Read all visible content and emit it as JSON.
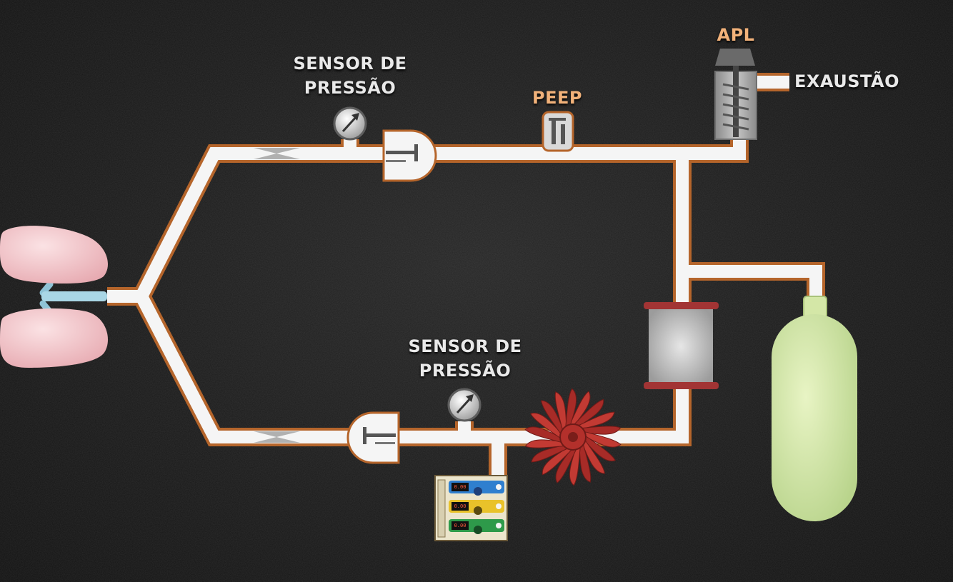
{
  "labels": {
    "sensor_top": {
      "line1": "SENSOR DE",
      "line2": "PRESSÃO"
    },
    "sensor_bottom": {
      "line1": "SENSOR DE",
      "line2": "PRESSÃO"
    },
    "peep": "PEEP",
    "apl": "APL",
    "exhaust": "EXAUSTÃO"
  },
  "panel_readouts": [
    "0.00",
    "0.00",
    "0.00"
  ],
  "colors": {
    "pipe_fill": "#f5f5f5",
    "pipe_outline": "#b5652b",
    "label_orange": "#f2b27a",
    "label_white": "#e9e9e9",
    "lung": "#f2c4c8",
    "bag": "#d4e7a7",
    "fan": "#a72b27",
    "flowmeter_blue": "#2f7fcf",
    "flowmeter_yellow": "#e9c22a",
    "flowmeter_green": "#2e9a4a"
  },
  "icons": [
    "lungs-icon",
    "pressure-gauge-icon",
    "one-way-valve-icon",
    "peep-valve-icon",
    "apl-valve-icon",
    "co2-absorber-icon",
    "fan-icon",
    "flowmeter-icon",
    "reservoir-bag-icon"
  ]
}
